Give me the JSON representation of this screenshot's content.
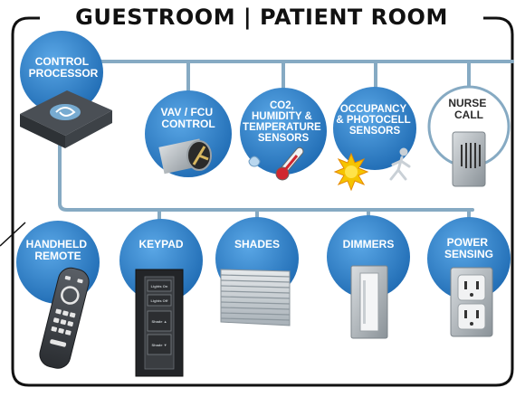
{
  "title": "GUESTROOM | PATIENT ROOM",
  "colors": {
    "bubble": "#2b7cc7",
    "bubble_light": "#5aa7e6",
    "bus_line": "#86aac3",
    "frame": "#111111"
  },
  "nodes": {
    "processor": {
      "label": [
        "CONTROL",
        "PROCESSOR"
      ],
      "icon": "control-processor-box-icon"
    },
    "vav": {
      "label": [
        "VAV / FCU",
        "CONTROL"
      ],
      "icon": "fan-duct-icon"
    },
    "sensors": {
      "label": [
        "CO2,",
        "HUMIDITY &",
        "TEMPERATURE",
        "SENSORS"
      ],
      "icon": "thermometer-droplet-icon"
    },
    "occupancy": {
      "label": [
        "OCCUPANCY",
        "& PHOTOCELL",
        "SENSORS"
      ],
      "icon": "walking-person-sun-icon"
    },
    "nurse": {
      "label": [
        "NURSE",
        "CALL"
      ],
      "icon": "intercom-station-icon"
    },
    "remote": {
      "label": [
        "HANDHELD",
        "REMOTE"
      ],
      "icon": "handheld-remote-icon"
    },
    "keypad": {
      "label": [
        "KEYPAD"
      ],
      "icon": "keypad-icon",
      "buttons": [
        "Lights On",
        "Lights Off",
        "Shade ▲",
        "Shade ▼"
      ]
    },
    "shades": {
      "label": [
        "SHADES"
      ],
      "icon": "roller-shade-icon"
    },
    "dimmers": {
      "label": [
        "DIMMERS"
      ],
      "icon": "dimmer-switch-icon"
    },
    "power": {
      "label": [
        "POWER",
        "SENSING"
      ],
      "icon": "power-outlet-icon"
    }
  }
}
